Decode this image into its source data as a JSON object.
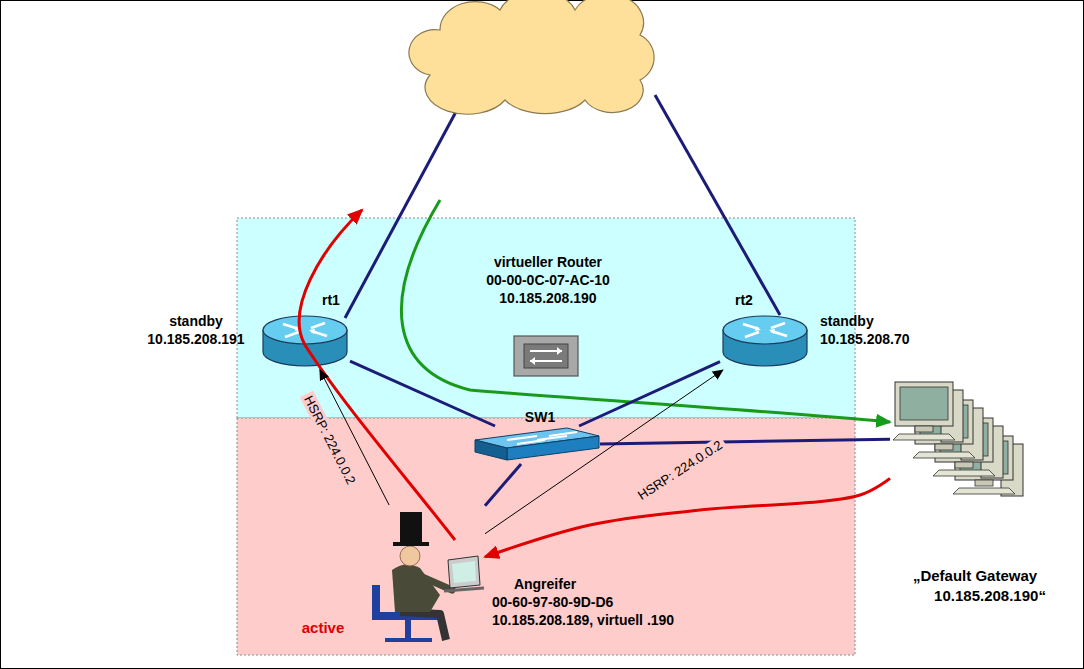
{
  "diagram": {
    "nodes": [
      {
        "text": [
          "rt1",
          "standby",
          "10.185.208.191"
        ]
      },
      {
        "text": [
          "rt2",
          "standby",
          "10.185.208.70"
        ]
      },
      {
        "text": [
          "virtueller Router",
          "00-00-0C-07-AC-10",
          "10.185.208.190"
        ]
      },
      {
        "text": [
          "SW1"
        ]
      },
      {
        "text": [
          "active",
          "Angreifer",
          "00-60-97-80-9D-D6",
          "10.185.208.189, virtuell .190"
        ]
      },
      {
        "text": [
          "„Default Gateway",
          "10.185.208.190“"
        ]
      }
    ],
    "edges": [
      {
        "from": 0,
        "to": 3,
        "arrow": "none"
      },
      {
        "from": 1,
        "to": 3,
        "arrow": "none"
      },
      {
        "from": 3,
        "to": 4,
        "arrow": "none"
      },
      {
        "from": 3,
        "to": 5,
        "arrow": "none"
      },
      {
        "from": 4,
        "to": 0,
        "arrow": "to",
        "label": "HSRP: 224.0.0.2"
      },
      {
        "from": 4,
        "to": 1,
        "arrow": "to",
        "label": "HSRP: 224.0.0.2"
      },
      {
        "from": 5,
        "to": 4,
        "arrow": "to"
      }
    ]
  }
}
